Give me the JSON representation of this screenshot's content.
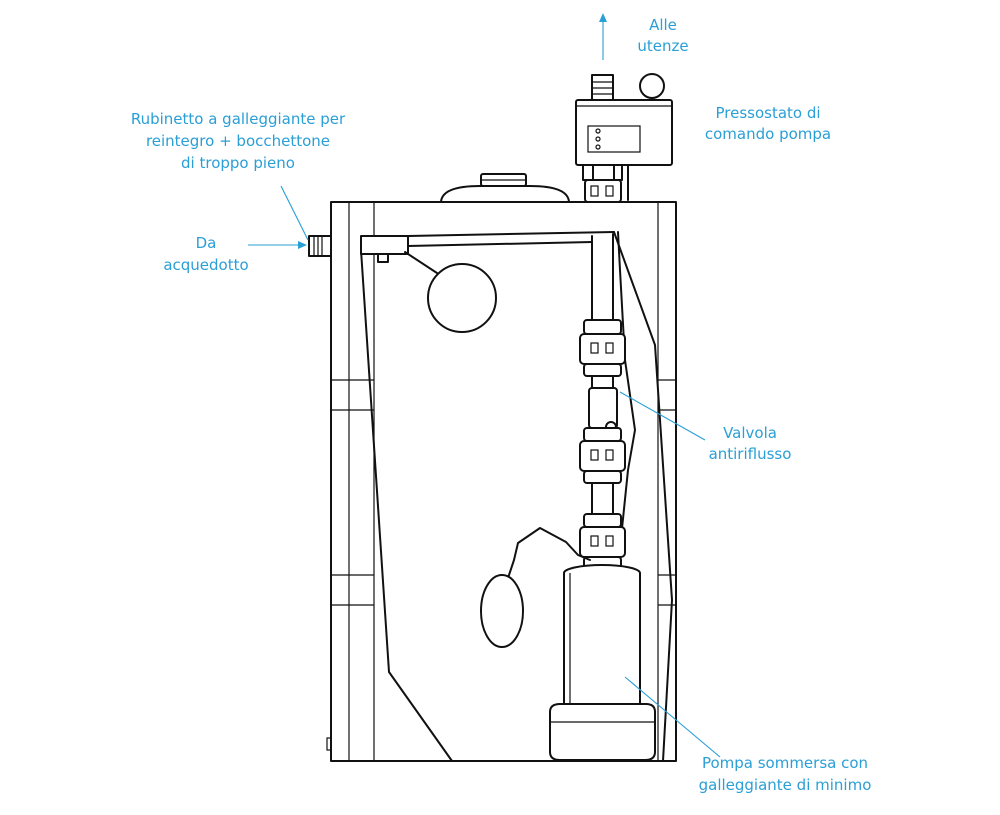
{
  "labels": {
    "outlet_line1": "Alle",
    "outlet_line2": "utenze",
    "float_tap_line1": "Rubinetto a galleggiante per",
    "float_tap_line2": "reintegro + bocchettone",
    "float_tap_line3": "di troppo pieno",
    "inlet_line1": "Da",
    "inlet_line2": "acquedotto",
    "pressure_switch_line1": "Pressostato di",
    "pressure_switch_line2": "comando pompa",
    "check_valve_line1": "Valvola",
    "check_valve_line2": "antiriflusso",
    "pump_line1": "Pompa sommersa con",
    "pump_line2": "galleggiante di minimo"
  },
  "colors": {
    "label": "#2a9fd6",
    "drawing": "#111111",
    "background": "#ffffff"
  }
}
